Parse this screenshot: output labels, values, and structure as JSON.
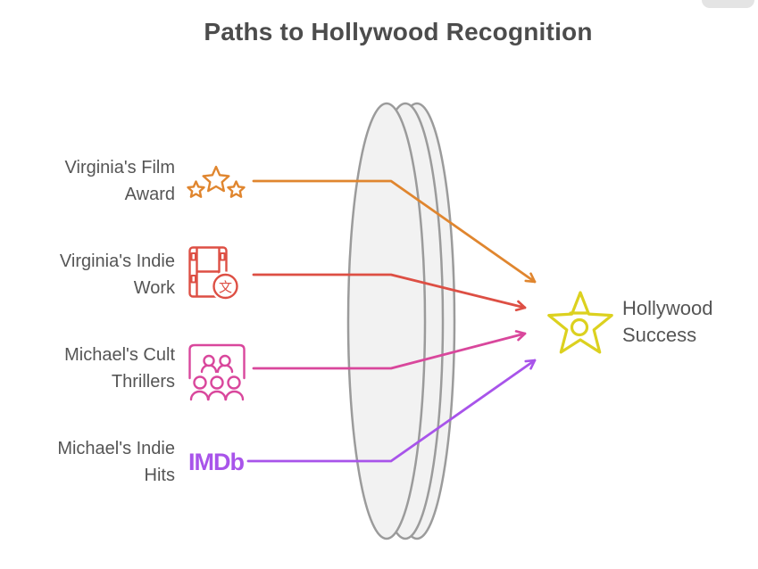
{
  "title": "Paths to Hollywood Recognition",
  "sources": [
    {
      "label": "Virginia's Film Award",
      "icon": "three-stars-icon",
      "color": "#e0862f"
    },
    {
      "label": "Virginia's Indie Work",
      "icon": "film-subtitles-icon",
      "glyph": "文",
      "color": "#dd4f44"
    },
    {
      "label": "Michael's Cult Thrillers",
      "icon": "audience-icon",
      "color": "#d9479c"
    },
    {
      "label": "Michael's Indie Hits",
      "icon": "imdb-logo",
      "logo_text": "IMDb",
      "color": "#a854ea"
    }
  ],
  "target": {
    "label": "Hollywood Success",
    "icon": "walk-of-fame-star-icon",
    "color": "#dcd11f"
  },
  "lens": {
    "fill": "#f2f2f2",
    "stroke": "#9b9b9b"
  }
}
